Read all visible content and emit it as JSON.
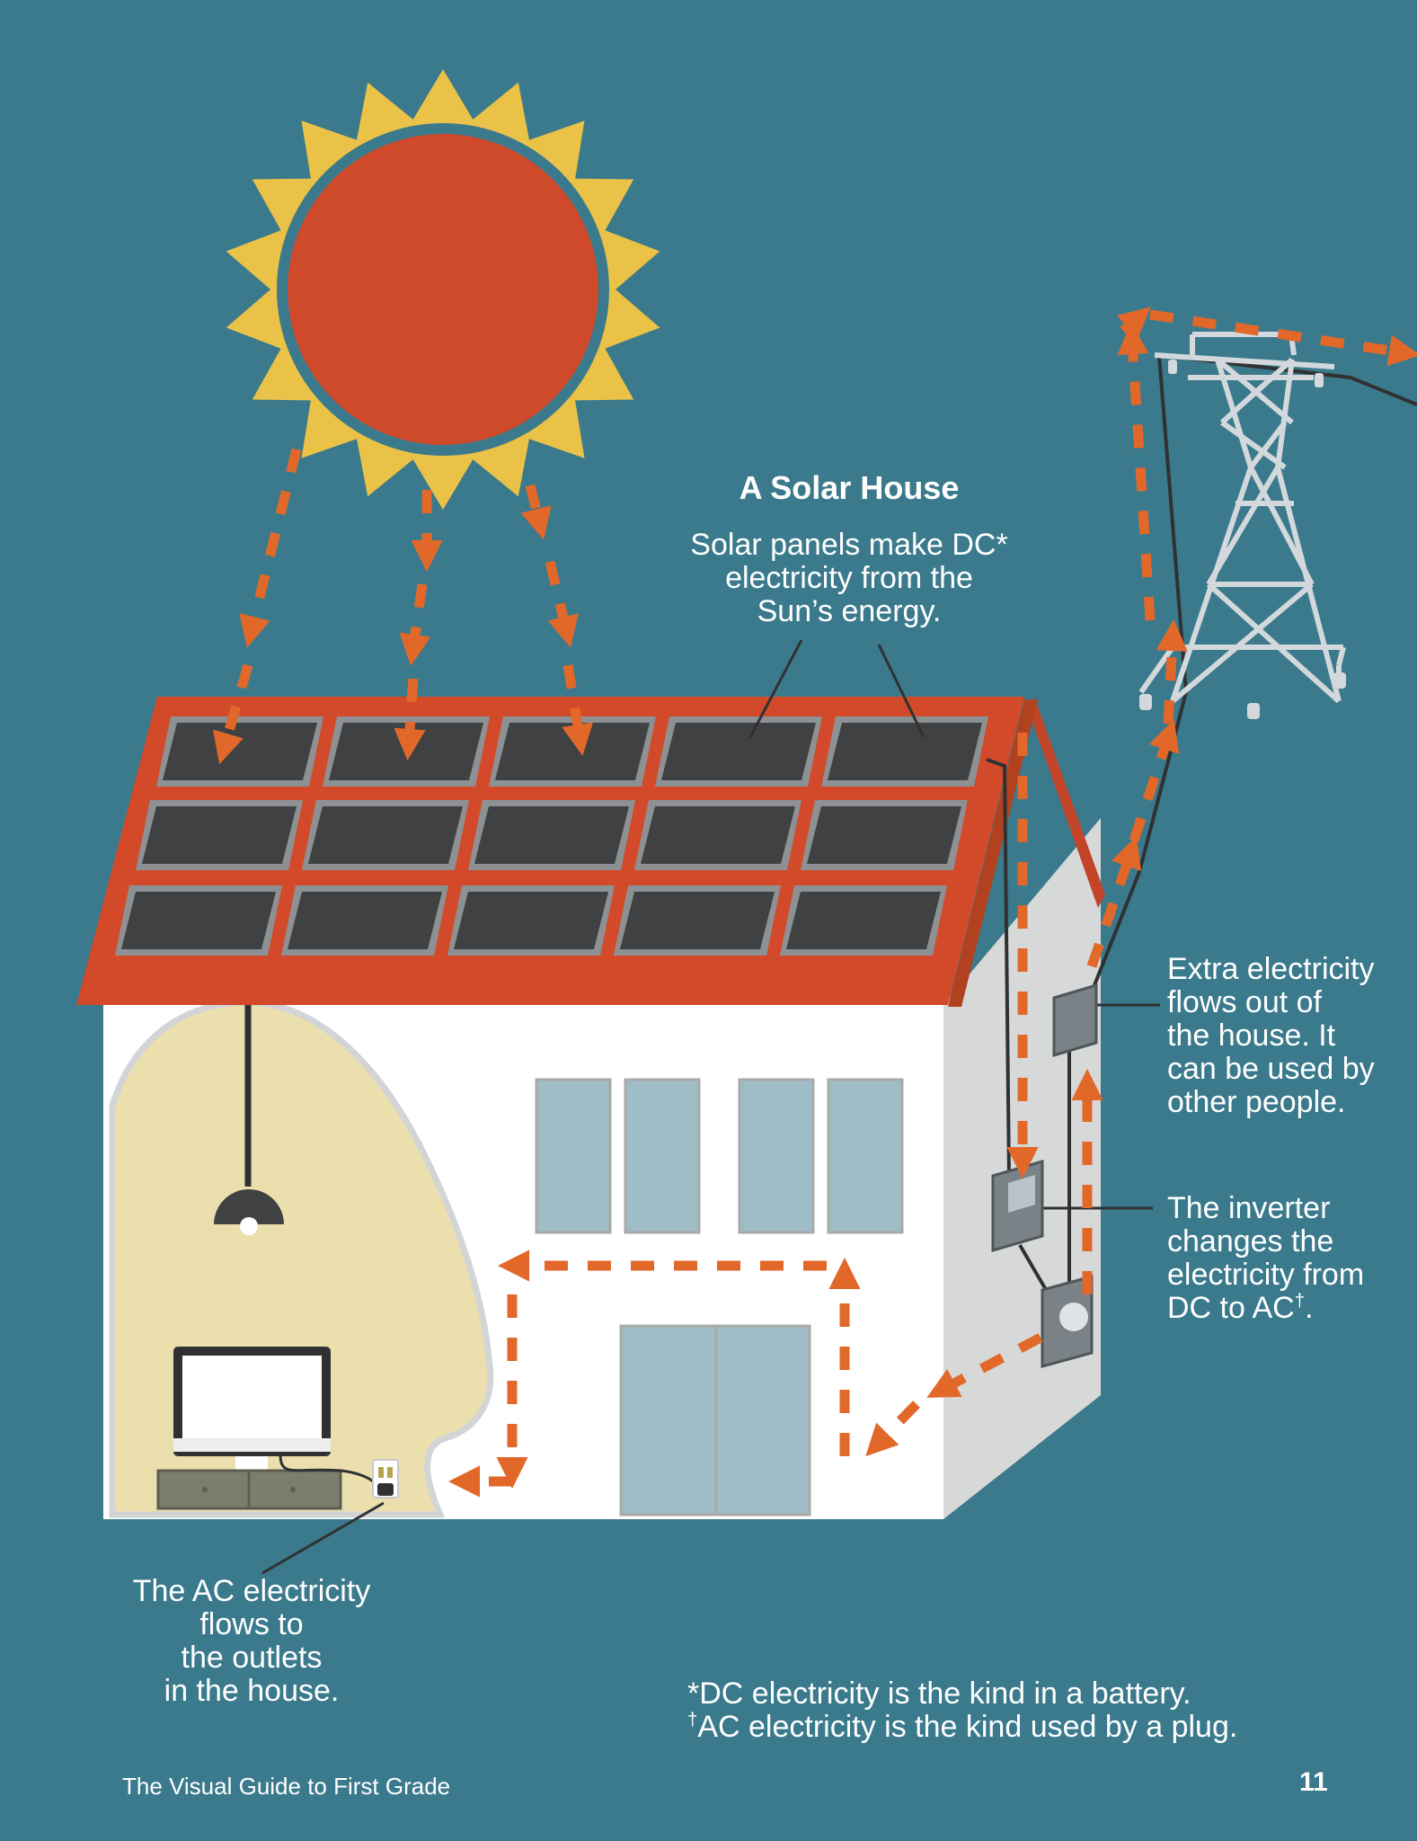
{
  "title": "A Solar House",
  "callouts": {
    "panels": [
      "Solar panels make DC*",
      "electricity from the",
      "Sun’s energy."
    ],
    "extra": [
      "Extra electricity",
      "flows out of",
      "the house. It",
      "can be used by",
      "other people."
    ],
    "inverter": [
      "The inverter",
      "changes the",
      "electricity from",
      "DC to AC"
    ],
    "inverter_mark": "†",
    "inverter_end": ".",
    "outlets": [
      "The AC electricity",
      "flows to",
      "the outlets",
      "in the house."
    ]
  },
  "footnotes": {
    "dc": "*DC electricity is the kind in a battery.",
    "ac_mark": "†",
    "ac": "AC electricity is the kind used by a plug."
  },
  "footer": {
    "book_title": "The Visual Guide to First Grade",
    "page_number": "11"
  },
  "colors": {
    "background": "#3a7a8c",
    "sun_rays": "#ebc248",
    "sun_core": "#cf4a2b",
    "roof": "#d24a2a",
    "panel": "#3f4143",
    "arrow": "#e2682a",
    "house_wall": "#ffffff",
    "house_side": "#d7d8d8",
    "window": "#9ebdc6",
    "room_light": "#ebdfae",
    "tower": "#d3d8dc"
  },
  "icons": [
    "sun-icon",
    "solar-panel-icon",
    "lamp-icon",
    "monitor-icon",
    "outlet-icon",
    "inverter-icon",
    "meter-icon",
    "power-tower-icon"
  ]
}
